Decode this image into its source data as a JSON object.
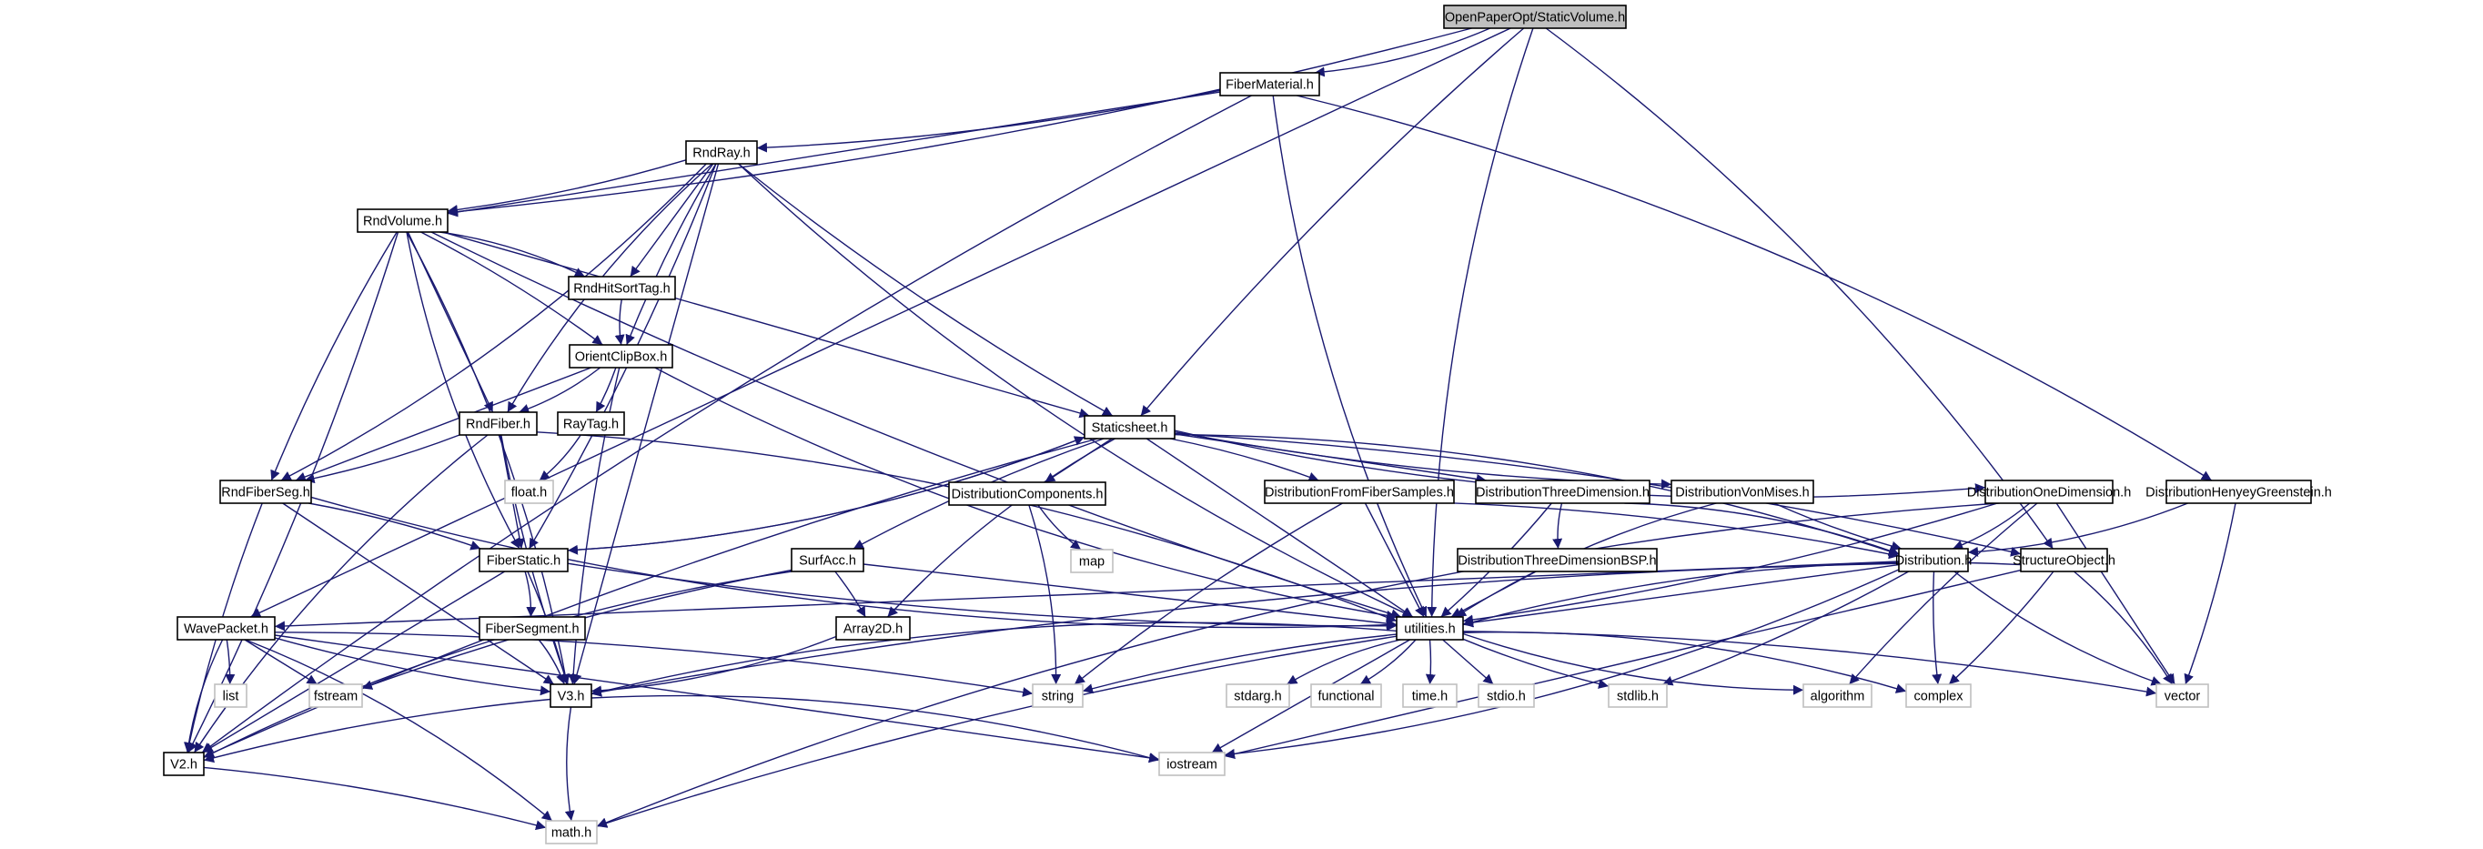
{
  "diagram": {
    "type": "include-dependency-graph",
    "root": "OpenPaperOpt/StaticVolume.h",
    "colors": {
      "edge": "#191970",
      "root_fill": "#bfbfbf",
      "project_border": "#000000",
      "system_border": "#bfbfbf",
      "node_fill": "#ffffff",
      "background": "#ffffff"
    },
    "nodes": [
      {
        "id": "root",
        "label": "OpenPaperOpt/StaticVolume.h",
        "kind": "root"
      },
      {
        "id": "FiberMaterial",
        "label": "FiberMaterial.h",
        "kind": "project"
      },
      {
        "id": "RndRay",
        "label": "RndRay.h",
        "kind": "project"
      },
      {
        "id": "RndVolume",
        "label": "RndVolume.h",
        "kind": "project"
      },
      {
        "id": "RndHitSortTag",
        "label": "RndHitSortTag.h",
        "kind": "project"
      },
      {
        "id": "OrientClipBox",
        "label": "OrientClipBox.h",
        "kind": "project"
      },
      {
        "id": "RndFiber",
        "label": "RndFiber.h",
        "kind": "project"
      },
      {
        "id": "RayTag",
        "label": "RayTag.h",
        "kind": "project"
      },
      {
        "id": "float",
        "label": "float.h",
        "kind": "system"
      },
      {
        "id": "RndFiberSeg",
        "label": "RndFiberSeg.h",
        "kind": "project"
      },
      {
        "id": "FiberStatic",
        "label": "FiberStatic.h",
        "kind": "project"
      },
      {
        "id": "FiberSegment",
        "label": "FiberSegment.h",
        "kind": "project"
      },
      {
        "id": "WavePacket",
        "label": "WavePacket.h",
        "kind": "project"
      },
      {
        "id": "list",
        "label": "list",
        "kind": "system"
      },
      {
        "id": "fstream",
        "label": "fstream",
        "kind": "system"
      },
      {
        "id": "V3",
        "label": "V3.h",
        "kind": "project"
      },
      {
        "id": "V2",
        "label": "V2.h",
        "kind": "project"
      },
      {
        "id": "math",
        "label": "math.h",
        "kind": "system"
      },
      {
        "id": "Staticsheet",
        "label": "Staticsheet.h",
        "kind": "project"
      },
      {
        "id": "DistributionComponents",
        "label": "DistributionComponents.h",
        "kind": "project"
      },
      {
        "id": "map",
        "label": "map",
        "kind": "system"
      },
      {
        "id": "SurfAcc",
        "label": "SurfAcc.h",
        "kind": "project"
      },
      {
        "id": "Array2D",
        "label": "Array2D.h",
        "kind": "project"
      },
      {
        "id": "DistributionFromFiberSamples",
        "label": "DistributionFromFiberSamples.h",
        "kind": "project"
      },
      {
        "id": "DistributionThreeDimension",
        "label": "DistributionThreeDimension.h",
        "kind": "project"
      },
      {
        "id": "DistributionThreeDimensionBSP",
        "label": "DistributionThreeDimensionBSP.h",
        "kind": "project"
      },
      {
        "id": "DistributionVonMises",
        "label": "DistributionVonMises.h",
        "kind": "project"
      },
      {
        "id": "DistributionOneDimension",
        "label": "DistributionOneDimension.h",
        "kind": "project"
      },
      {
        "id": "DistributionHenyeyGreenstein",
        "label": "DistributionHenyeyGreenstein.h",
        "kind": "project"
      },
      {
        "id": "Distribution",
        "label": "Distribution.h",
        "kind": "project"
      },
      {
        "id": "StructureObject",
        "label": "StructureObject.h",
        "kind": "project"
      },
      {
        "id": "utilities",
        "label": "utilities.h",
        "kind": "project"
      },
      {
        "id": "string",
        "label": "string",
        "kind": "system"
      },
      {
        "id": "stdarg",
        "label": "stdarg.h",
        "kind": "system"
      },
      {
        "id": "functional",
        "label": "functional",
        "kind": "system"
      },
      {
        "id": "time",
        "label": "time.h",
        "kind": "system"
      },
      {
        "id": "stdio",
        "label": "stdio.h",
        "kind": "system"
      },
      {
        "id": "stdlib",
        "label": "stdlib.h",
        "kind": "system"
      },
      {
        "id": "algorithm",
        "label": "algorithm",
        "kind": "system"
      },
      {
        "id": "complex",
        "label": "complex",
        "kind": "system"
      },
      {
        "id": "vector",
        "label": "vector",
        "kind": "system"
      },
      {
        "id": "iostream",
        "label": "iostream",
        "kind": "system"
      }
    ],
    "edges": [
      [
        "root",
        "FiberMaterial"
      ],
      [
        "root",
        "RndVolume"
      ],
      [
        "root",
        "WavePacket"
      ],
      [
        "root",
        "Staticsheet"
      ],
      [
        "root",
        "utilities"
      ],
      [
        "root",
        "StructureObject"
      ],
      [
        "FiberMaterial",
        "RndRay"
      ],
      [
        "FiberMaterial",
        "RndVolume"
      ],
      [
        "FiberMaterial",
        "V2"
      ],
      [
        "FiberMaterial",
        "utilities"
      ],
      [
        "FiberMaterial",
        "DistributionHenyeyGreenstein"
      ],
      [
        "RndRay",
        "RndVolume"
      ],
      [
        "RndRay",
        "RndHitSortTag"
      ],
      [
        "RndRay",
        "OrientClipBox"
      ],
      [
        "RndRay",
        "RndFiber"
      ],
      [
        "RndRay",
        "RndFiberSeg"
      ],
      [
        "RndRay",
        "FiberStatic"
      ],
      [
        "RndRay",
        "V3"
      ],
      [
        "RndRay",
        "Staticsheet"
      ],
      [
        "RndRay",
        "utilities"
      ],
      [
        "RndVolume",
        "RndHitSortTag"
      ],
      [
        "RndVolume",
        "OrientClipBox"
      ],
      [
        "RndVolume",
        "RndFiber"
      ],
      [
        "RndVolume",
        "RndFiberSeg"
      ],
      [
        "RndVolume",
        "FiberStatic"
      ],
      [
        "RndVolume",
        "V3"
      ],
      [
        "RndVolume",
        "V2"
      ],
      [
        "RndVolume",
        "Staticsheet"
      ],
      [
        "RndVolume",
        "utilities"
      ],
      [
        "RndHitSortTag",
        "OrientClipBox"
      ],
      [
        "OrientClipBox",
        "RndFiber"
      ],
      [
        "OrientClipBox",
        "RayTag"
      ],
      [
        "OrientClipBox",
        "RndFiberSeg"
      ],
      [
        "OrientClipBox",
        "V3"
      ],
      [
        "OrientClipBox",
        "utilities"
      ],
      [
        "RayTag",
        "float"
      ],
      [
        "RndFiber",
        "RndFiberSeg"
      ],
      [
        "RndFiber",
        "FiberStatic"
      ],
      [
        "RndFiber",
        "V3"
      ],
      [
        "RndFiber",
        "V2"
      ],
      [
        "RndFiber",
        "utilities"
      ],
      [
        "RndFiberSeg",
        "FiberStatic"
      ],
      [
        "RndFiberSeg",
        "V3"
      ],
      [
        "RndFiberSeg",
        "V2"
      ],
      [
        "RndFiberSeg",
        "utilities"
      ],
      [
        "FiberStatic",
        "FiberSegment"
      ],
      [
        "FiberStatic",
        "V3"
      ],
      [
        "FiberStatic",
        "V2"
      ],
      [
        "FiberStatic",
        "utilities"
      ],
      [
        "FiberStatic",
        "Staticsheet"
      ],
      [
        "FiberSegment",
        "V3"
      ],
      [
        "WavePacket",
        "list"
      ],
      [
        "WavePacket",
        "fstream"
      ],
      [
        "WavePacket",
        "V3"
      ],
      [
        "WavePacket",
        "V2"
      ],
      [
        "WavePacket",
        "math"
      ],
      [
        "WavePacket",
        "string"
      ],
      [
        "WavePacket",
        "iostream"
      ],
      [
        "V3",
        "V2"
      ],
      [
        "V3",
        "math"
      ],
      [
        "V3",
        "iostream"
      ],
      [
        "V2",
        "math"
      ],
      [
        "Staticsheet",
        "DistributionComponents"
      ],
      [
        "Staticsheet",
        "SurfAcc"
      ],
      [
        "Staticsheet",
        "Array2D"
      ],
      [
        "Staticsheet",
        "FiberStatic"
      ],
      [
        "Staticsheet",
        "DistributionFromFiberSamples"
      ],
      [
        "Staticsheet",
        "DistributionThreeDimension"
      ],
      [
        "Staticsheet",
        "DistributionVonMises"
      ],
      [
        "Staticsheet",
        "DistributionOneDimension"
      ],
      [
        "Staticsheet",
        "Distribution"
      ],
      [
        "Staticsheet",
        "StructureObject"
      ],
      [
        "Staticsheet",
        "utilities"
      ],
      [
        "Staticsheet",
        "V2"
      ],
      [
        "DistributionComponents",
        "map"
      ],
      [
        "DistributionComponents",
        "string"
      ],
      [
        "SurfAcc",
        "Array2D"
      ],
      [
        "SurfAcc",
        "utilities"
      ],
      [
        "SurfAcc",
        "fstream"
      ],
      [
        "SurfAcc",
        "V2"
      ],
      [
        "Array2D",
        "V3"
      ],
      [
        "DistributionFromFiberSamples",
        "Distribution"
      ],
      [
        "DistributionFromFiberSamples",
        "utilities"
      ],
      [
        "DistributionFromFiberSamples",
        "string"
      ],
      [
        "DistributionThreeDimension",
        "DistributionThreeDimensionBSP"
      ],
      [
        "DistributionThreeDimension",
        "Distribution"
      ],
      [
        "DistributionThreeDimension",
        "utilities"
      ],
      [
        "DistributionThreeDimensionBSP",
        "utilities"
      ],
      [
        "DistributionVonMises",
        "Distribution"
      ],
      [
        "DistributionVonMises",
        "utilities"
      ],
      [
        "DistributionOneDimension",
        "Distribution"
      ],
      [
        "DistributionOneDimension",
        "utilities"
      ],
      [
        "DistributionOneDimension",
        "vector"
      ],
      [
        "DistributionOneDimension",
        "algorithm"
      ],
      [
        "DistributionOneDimension",
        "math"
      ],
      [
        "DistributionHenyeyGreenstein",
        "Distribution"
      ],
      [
        "DistributionHenyeyGreenstein",
        "vector"
      ],
      [
        "Distribution",
        "utilities"
      ],
      [
        "Distribution",
        "complex"
      ],
      [
        "Distribution",
        "vector"
      ],
      [
        "Distribution",
        "iostream"
      ],
      [
        "Distribution",
        "stdlib"
      ],
      [
        "Distribution",
        "WavePacket"
      ],
      [
        "Distribution",
        "V3"
      ],
      [
        "StructureObject",
        "utilities"
      ],
      [
        "StructureObject",
        "vector"
      ],
      [
        "StructureObject",
        "complex"
      ],
      [
        "StructureObject",
        "iostream"
      ],
      [
        "utilities",
        "string"
      ],
      [
        "utilities",
        "stdarg"
      ],
      [
        "utilities",
        "functional"
      ],
      [
        "utilities",
        "time"
      ],
      [
        "utilities",
        "stdio"
      ],
      [
        "utilities",
        "stdlib"
      ],
      [
        "utilities",
        "algorithm"
      ],
      [
        "utilities",
        "complex"
      ],
      [
        "utilities",
        "vector"
      ],
      [
        "utilities",
        "iostream"
      ],
      [
        "utilities",
        "math"
      ],
      [
        "utilities",
        "V3"
      ]
    ]
  }
}
